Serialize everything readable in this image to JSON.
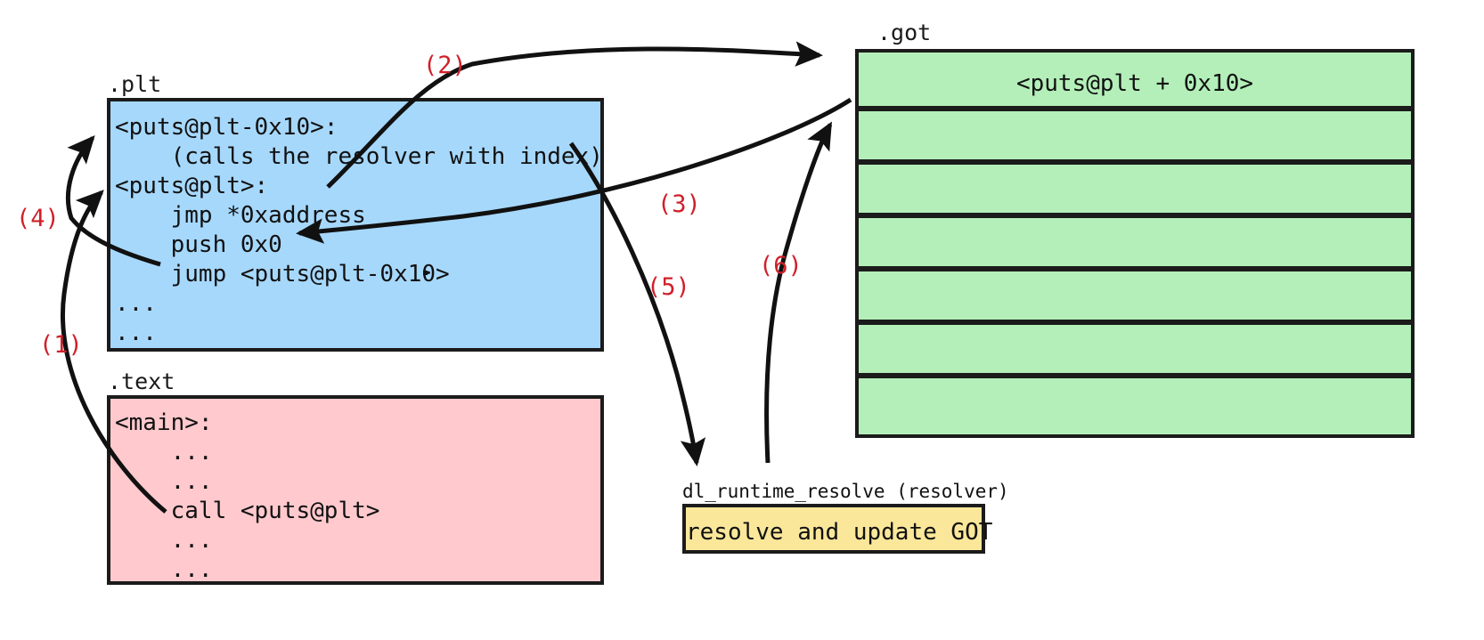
{
  "diagram": {
    "title": "PLT/GOT lazy binding resolution",
    "colors": {
      "plt_fill": "#a6d8fc",
      "text_fill": "#ffc9cd",
      "got_fill": "#b4efb9",
      "resolver_fill": "#fae79a",
      "stroke": "#1b1b1b",
      "step_label": "#d0202a",
      "background": "#ffffff"
    }
  },
  "plt": {
    "label": ".plt",
    "lines": [
      "<puts@plt-0x10>:",
      "    (calls the resolver with index)",
      "<puts@plt>:",
      "    jmp *0xaddress",
      "    push 0x0",
      "    jump <puts@plt-0x10>",
      "...",
      "..."
    ]
  },
  "text": {
    "label": ".text",
    "lines": [
      "<main>:",
      "    ...",
      "    ...",
      "    call <puts@plt>",
      "    ...",
      "    ..."
    ]
  },
  "got": {
    "label": ".got",
    "rows": [
      {
        "text": "<puts@plt + 0x10>"
      },
      {
        "text": ""
      },
      {
        "text": ""
      },
      {
        "text": ""
      },
      {
        "text": ""
      },
      {
        "text": ""
      },
      {
        "text": ""
      }
    ]
  },
  "resolver": {
    "caption": "dl_runtime_resolve (resolver)",
    "box_text": "resolve and update GOT"
  },
  "steps": [
    {
      "id": "step-1",
      "label": "(1)"
    },
    {
      "id": "step-2",
      "label": "(2)"
    },
    {
      "id": "step-3",
      "label": "(3)"
    },
    {
      "id": "step-4",
      "label": "(4)"
    },
    {
      "id": "step-5",
      "label": "(5)"
    },
    {
      "id": "step-6",
      "label": "(6)"
    }
  ]
}
